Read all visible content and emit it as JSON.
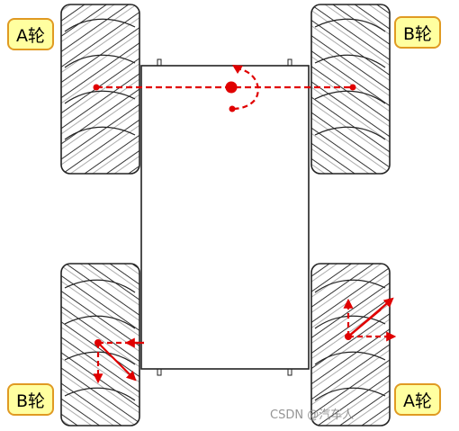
{
  "wheel_labels": {
    "top_left": "A轮",
    "top_right": "B轮",
    "bottom_left": "B轮",
    "bottom_right": "A轮"
  },
  "watermark": "CSDN @汽车人",
  "colors": {
    "arrow": "#e00000",
    "label_fill": "#ffffa0",
    "label_border": "#e09a22",
    "outline": "#222222"
  },
  "icons": {
    "rotation": "rotate-arrow-icon",
    "force": "force-arrow-icon"
  }
}
